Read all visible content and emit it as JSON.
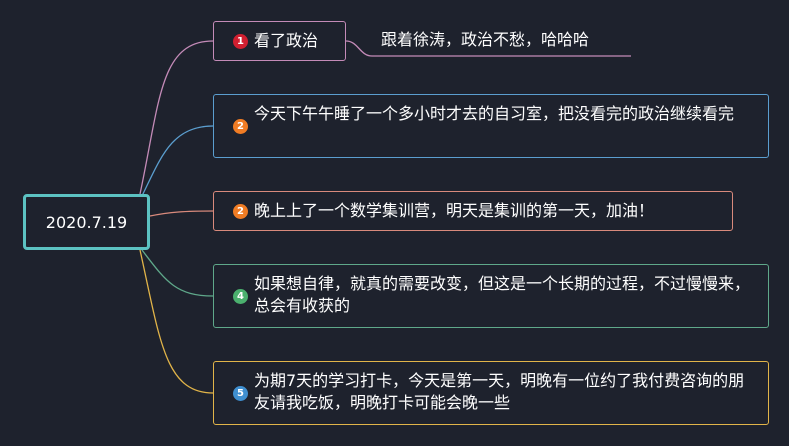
{
  "root": {
    "label": "2020.7.19"
  },
  "branches": [
    {
      "badge": "1",
      "text": "看了政治",
      "color": "#c48bb8",
      "badge_color": "#d11f30"
    },
    {
      "badge": "2",
      "text": "今天下午午睡了一个多小时才去的自习室，把没看完的政治继续看完",
      "color": "#5b9ecf",
      "badge_color": "#f07c24"
    },
    {
      "badge": "2",
      "text": "晚上上了一个数学集训营，明天是集训的第一天，加油！",
      "color": "#d98a7c",
      "badge_color": "#f07c24"
    },
    {
      "badge": "4",
      "text": "如果想自律，就真的需要改变，但这是一个长期的过程，不过慢慢来，总会有收获的",
      "color": "#5fa88a",
      "badge_color": "#4bb06e"
    },
    {
      "badge": "5",
      "text": "为期7天的学习打卡，今天是第一天，明晚有一位约了我付费咨询的朋友请我吃饭，明晚打卡可能会晚一些",
      "color": "#e1b449",
      "badge_color": "#3f8fd0"
    }
  ],
  "subnote": {
    "text": "跟着徐涛，政治不愁，哈哈哈"
  }
}
